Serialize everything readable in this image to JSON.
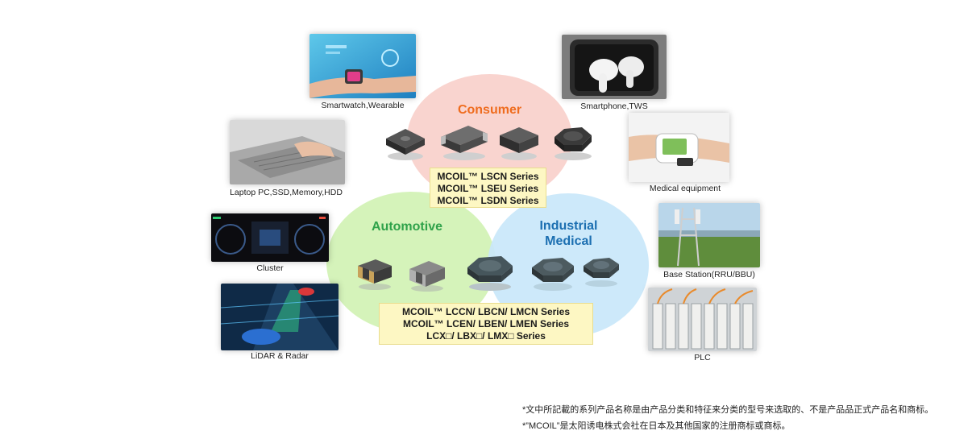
{
  "groups": {
    "consumer": {
      "title": "Consumer",
      "series": [
        "MCOIL™ LSCN Series",
        "MCOIL™ LSEU Series",
        "MCOIL™ LSDN Series"
      ],
      "color": "#ef6c1e"
    },
    "automotive": {
      "title": "Automotive",
      "color": "#2fa24a"
    },
    "industrial": {
      "title_line1": "Industrial",
      "title_line2": "Medical",
      "color": "#1c6fb1"
    },
    "shared_series": [
      "MCOIL™ LCCN/ LBCN/ LMCN Series",
      "MCOIL™ LCEN/ LBEN/ LMEN Series",
      "LCX□/ LBX□/ LMX□ Series"
    ]
  },
  "applications": {
    "smartwatch": "Smartwatch,Wearable",
    "smartphone": "Smartphone,TWS",
    "laptop": "Laptop PC,SSD,Memory,HDD",
    "medical": "Medical equipment",
    "cluster": "Cluster",
    "base_station": "Base Station(RRU/BBU)",
    "lidar": "LiDAR & Radar",
    "plc": "PLC"
  },
  "notes": [
    "*文中所記載的系列产品名称是由产品分类和特征来分类的型号来选取的、不是产品品正式产品名和商标。",
    "*”MCOIL”是太阳诱电株式会社在日本及其他国家的注册商标或商标。"
  ]
}
